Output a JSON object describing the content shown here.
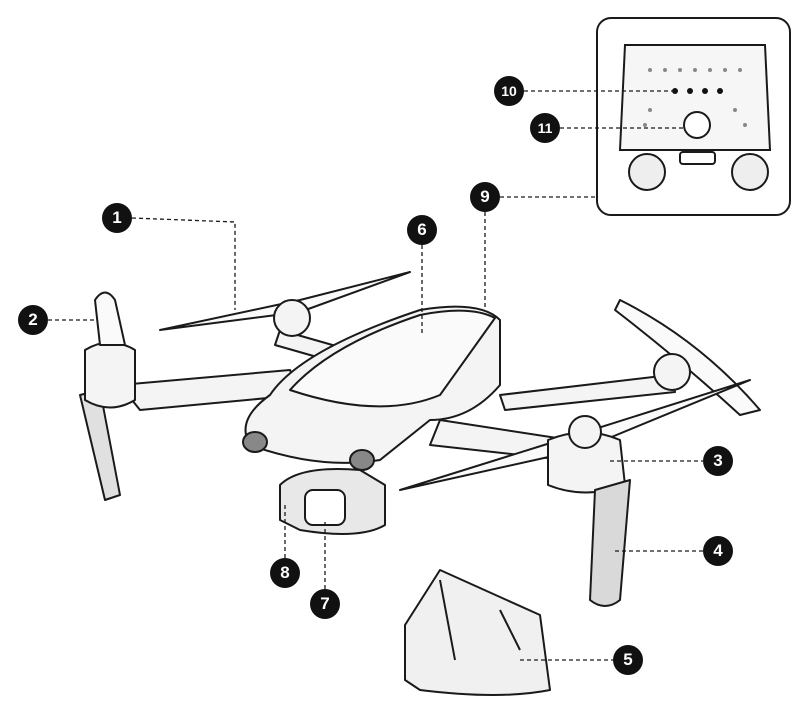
{
  "diagram": {
    "callouts": [
      {
        "label": "1"
      },
      {
        "label": "2"
      },
      {
        "label": "3"
      },
      {
        "label": "4"
      },
      {
        "label": "5"
      },
      {
        "label": "6"
      },
      {
        "label": "7"
      },
      {
        "label": "8"
      },
      {
        "label": "9"
      },
      {
        "label": "10"
      },
      {
        "label": "11"
      }
    ],
    "colors": {
      "ink": "#1a1a1a",
      "shade": "#d9d9d9",
      "body": "#f2f2f2"
    }
  }
}
